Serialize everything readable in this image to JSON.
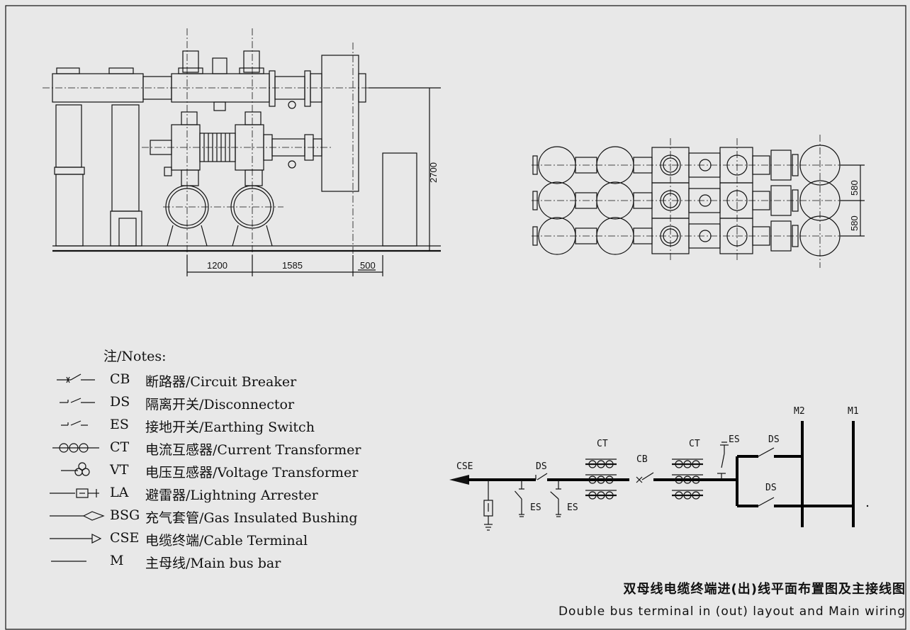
{
  "dimensions": {
    "height_2700": "2700",
    "span_1200": "1200",
    "span_1585": "1585",
    "span_500": "500",
    "pitch_580_a": "580",
    "pitch_580_b": "580"
  },
  "wiring": {
    "cse": "CSE",
    "ds_left": "DS",
    "es_1": "ES",
    "es_2": "ES",
    "ct_1": "CT",
    "cb": "CB",
    "ct_2": "CT",
    "es_3": "ES",
    "ds_top": "DS",
    "ds_bottom": "DS",
    "m2": "M2",
    "m1": "M1"
  },
  "notes": {
    "title": "注/Notes:",
    "items": [
      {
        "code": "CB",
        "desc": "断路器/Circuit Breaker",
        "symbol": "circuit-breaker-symbol"
      },
      {
        "code": "DS",
        "desc": "隔离开关/Disconnector",
        "symbol": "disconnector-symbol"
      },
      {
        "code": "ES",
        "desc": "接地开关/Earthing Switch",
        "symbol": "earthing-switch-symbol"
      },
      {
        "code": "CT",
        "desc": "电流互感器/Current Transformer",
        "symbol": "current-transformer-symbol"
      },
      {
        "code": "VT",
        "desc": "电压互感器/Voltage Transformer",
        "symbol": "voltage-transformer-symbol"
      },
      {
        "code": "LA",
        "desc": "避雷器/Lightning Arrester",
        "symbol": "lightning-arrester-symbol"
      },
      {
        "code": "BSG",
        "desc": "充气套管/Gas Insulated Bushing",
        "symbol": "bushing-symbol"
      },
      {
        "code": "CSE",
        "desc": "电缆终端/Cable Terminal",
        "symbol": "cable-terminal-symbol"
      },
      {
        "code": "M",
        "desc": "主母线/Main bus bar",
        "symbol": "bus-bar-symbol"
      }
    ]
  },
  "caption": {
    "zh": "双母线电缆终端进(出)线平面布置图及主接线图",
    "en": "Double bus terminal in (out) layout and Main wiring"
  }
}
